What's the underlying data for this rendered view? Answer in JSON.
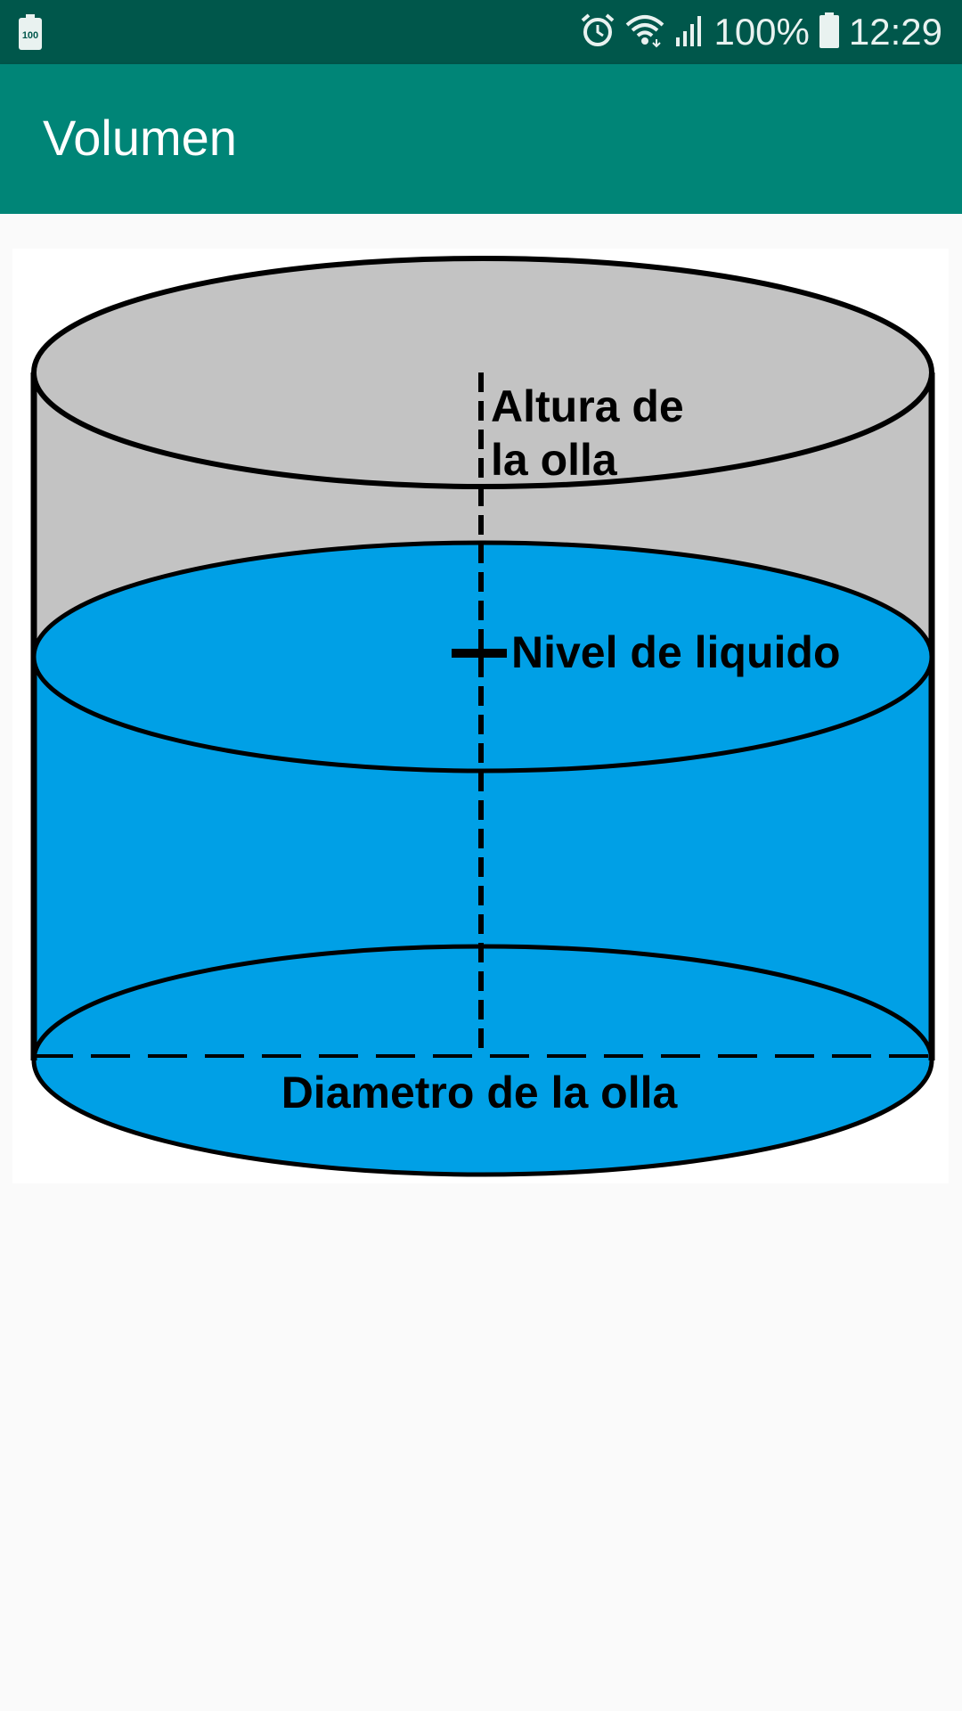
{
  "status_bar": {
    "battery_badge": "100",
    "battery_percent": "100%",
    "time": "12:29",
    "icons": [
      "battery-saver-icon",
      "alarm-icon",
      "wifi-icon",
      "signal-icon",
      "battery-icon"
    ]
  },
  "app_bar": {
    "title": "Volumen"
  },
  "diagram": {
    "label_height_line1": "Altura de",
    "label_height_line2": "la olla",
    "label_liquid_level": "Nivel de liquido",
    "label_diameter": "Diametro de la olla",
    "colors": {
      "pot": "#c3c3c3",
      "liquid": "#00a0e6",
      "outline": "#000000"
    }
  }
}
